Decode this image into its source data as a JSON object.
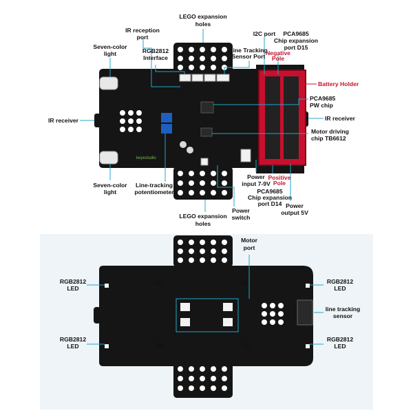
{
  "top_board": {
    "labels": {
      "lego_top": [
        "LEGO expansion",
        "holes"
      ],
      "ir_reception": [
        "IR reception",
        "port"
      ],
      "i2c_port": [
        "I2C port"
      ],
      "pca_d15": [
        "PCA9685",
        "Chip expansion",
        "port D15"
      ],
      "seven_color_top": [
        "Seven-color",
        "light"
      ],
      "rgb_interface": [
        "RGB2812",
        "Interface"
      ],
      "line_tracking_port": [
        "Line Tracking",
        "Sensor Port"
      ],
      "negative_pole": [
        "Negative",
        "Pole"
      ],
      "battery_holder": [
        "Battery  Holder"
      ],
      "pca_pw_chip": [
        "PCA9685",
        "PW chip"
      ],
      "ir_receiver_left": [
        "IR receiver"
      ],
      "ir_receiver_right": [
        "IR receiver"
      ],
      "motor_driving": [
        "Motor driving",
        "chip TB6612"
      ],
      "seven_color_bottom": [
        "Seven-color",
        "light"
      ],
      "line_pot": [
        "Line-tracking",
        "potentiometer"
      ],
      "power_input": [
        "Power",
        "input 7-9V"
      ],
      "positive_pole": [
        "Positive",
        "Pole"
      ],
      "pca_d14": [
        "PCA9685",
        "Chip expansion",
        "port D14"
      ],
      "power_output": [
        "Power",
        "output 5V"
      ],
      "lego_bottom": [
        "LEGO expansion",
        "holes"
      ],
      "power_switch": [
        "Power",
        "switch"
      ]
    },
    "silkscreen": "keyestudio"
  },
  "bottom_board": {
    "labels": {
      "motor_port": [
        "Motor",
        "port"
      ],
      "rgb_tl": [
        "RGB2812",
        "LED"
      ],
      "rgb_tr": [
        "RGB2812",
        "LED"
      ],
      "line_tracking_sensor": [
        "line tracking",
        "sensor"
      ],
      "rgb_bl": [
        "RGB2812",
        "LED"
      ],
      "rgb_br": [
        "RGB2812",
        "LED"
      ]
    },
    "motor_marks": [
      "M3",
      "M1",
      "M4",
      "M2"
    ]
  },
  "colors": {
    "board": "#151515",
    "leader": "#22a8c8",
    "accent_red": "#c8102e",
    "panel_bg": "#eef4f7"
  }
}
